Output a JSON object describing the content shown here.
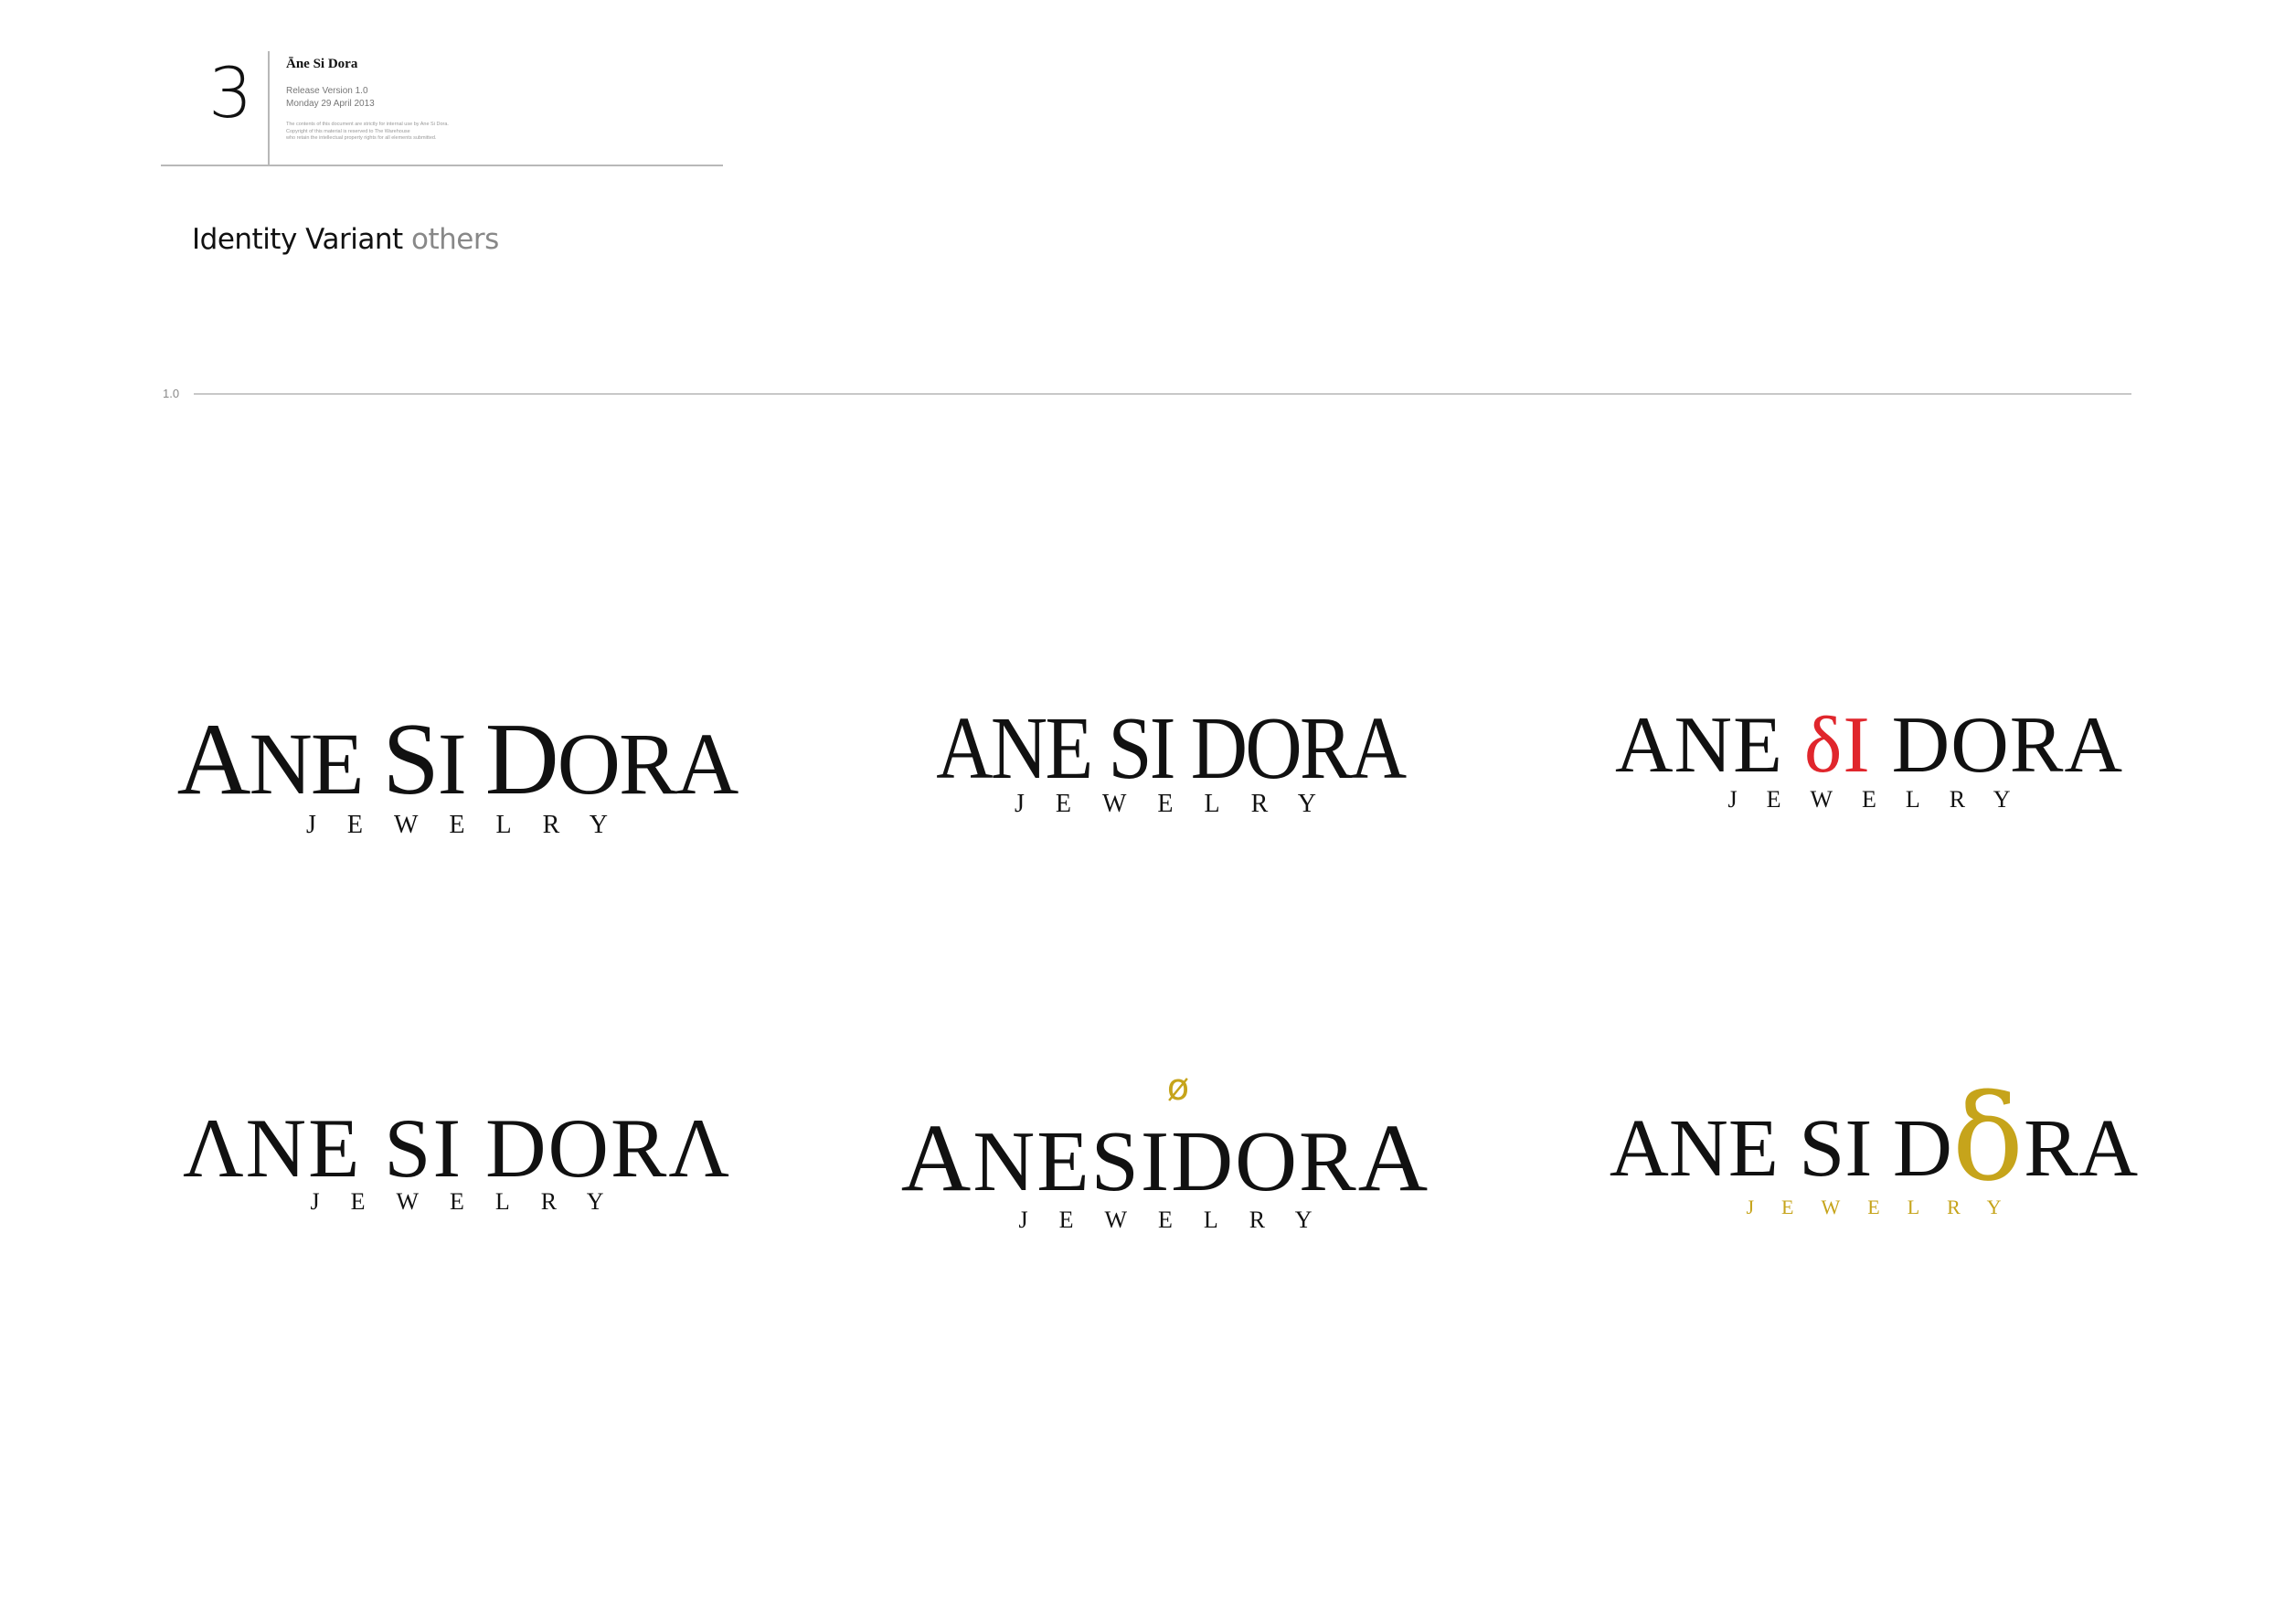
{
  "header": {
    "page_number": "3",
    "brand_name": "Āne Si Dora",
    "release_version": "Release Version 1.0",
    "release_date": "Monday 29 April 2013",
    "small_note_lines": [
      "The contents of this document are strictly for internal use by Ane Si Dora.",
      "Copyright of this material is reserved to The Warehouse ",
      "who retain the intellectual property rights for all elements submitted."
    ]
  },
  "section": {
    "title": "Identity Variant",
    "title_muted": "others",
    "number": "1.0"
  },
  "logos": [
    {
      "wordmark_parts": [
        "A",
        "NE ",
        "S",
        "I ",
        "D",
        "ORA"
      ],
      "tagline": "JEWELRY"
    },
    {
      "wordmark": "ANE SI DORA",
      "tagline": "JEWELRY"
    },
    {
      "wordmark_before": "ANE ",
      "wordmark_accent": "δI",
      "wordmark_after": " DORA",
      "tagline": "JEWELRY"
    },
    {
      "wordmark": "ΛNE SI DORΛ",
      "tagline": "JEWELRY"
    },
    {
      "accent_mark": "ø",
      "wordmark_parts": [
        "A",
        "NESIDOR",
        "A"
      ],
      "tagline": "JEWELRY"
    },
    {
      "wordmark_before": "ANE SI D",
      "wordmark_accent": "δ",
      "wordmark_after": "RA",
      "tagline": "JEWELRY"
    }
  ],
  "colors": {
    "text": "#111111",
    "muted": "#888888",
    "rule": "#c8c8c8",
    "accent_red": "#e0262c",
    "accent_gold": "#c6a41b"
  }
}
